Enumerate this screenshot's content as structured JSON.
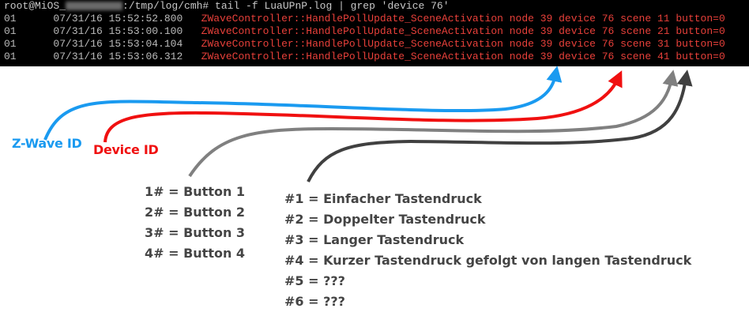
{
  "terminal": {
    "prompt_user": "root@MiOS_",
    "prompt_path": ":/tmp/log/cmh#",
    "command": "tail -f LuaUPnP.log | grep 'device 76'",
    "lines": [
      {
        "level": "01",
        "timestamp": "07/31/16 15:52:52.800",
        "message": "ZWaveController::HandlePollUpdate_SceneActivation node 39 device 76 scene 11 button=0"
      },
      {
        "level": "01",
        "timestamp": "07/31/16 15:53:00.100",
        "message": "ZWaveController::HandlePollUpdate_SceneActivation node 39 device 76 scene 21 button=0"
      },
      {
        "level": "01",
        "timestamp": "07/31/16 15:53:04.104",
        "message": "ZWaveController::HandlePollUpdate_SceneActivation node 39 device 76 scene 31 button=0"
      },
      {
        "level": "01",
        "timestamp": "07/31/16 15:53:06.312",
        "message": "ZWaveController::HandlePollUpdate_SceneActivation node 39 device 76 scene 41 button=0"
      }
    ]
  },
  "annotations": {
    "zwave_label": "Z-Wave ID",
    "device_label": "Device ID",
    "colors": {
      "zwave": "#1a9af0",
      "device": "#f01010",
      "button": "#808080",
      "press": "#404040"
    }
  },
  "buttons": [
    "1# = Button 1",
    "2# = Button 2",
    "3# = Button 3",
    "4# = Button 4"
  ],
  "presses": [
    "#1 = Einfacher Tastendruck",
    "#2 = Doppelter Tastendruck",
    "#3 = Langer Tastendruck",
    "#4 = Kurzer Tastendruck gefolgt von langen Tastendruck",
    "#5 = ???",
    "#6 = ???"
  ]
}
